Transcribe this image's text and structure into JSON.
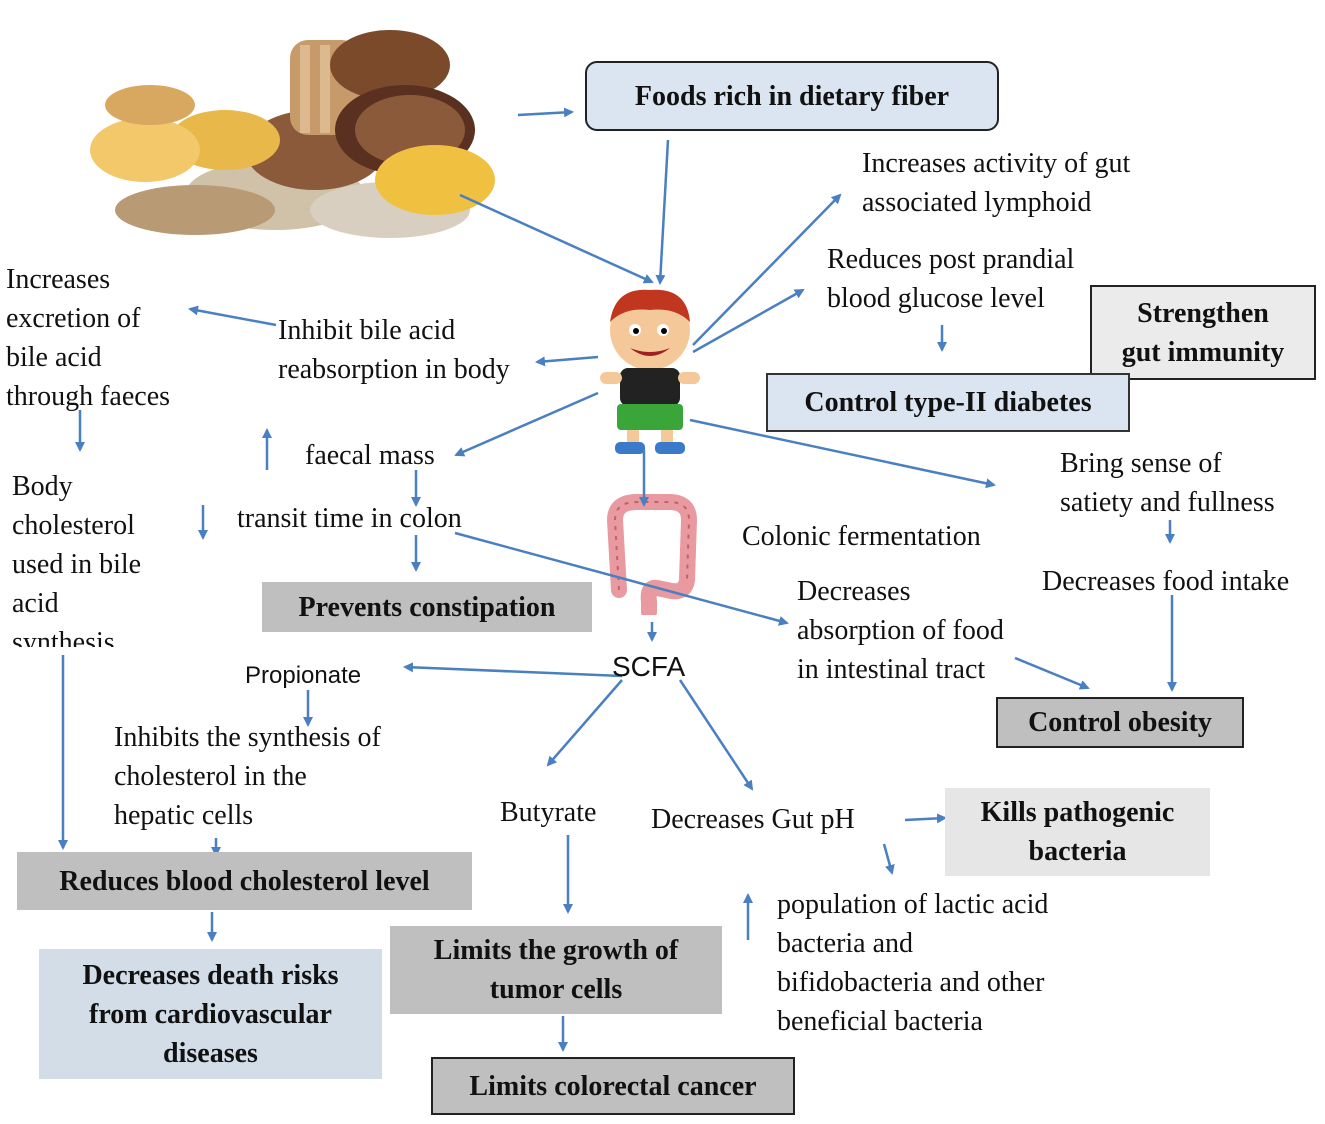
{
  "colors": {
    "arrow": "#4a7fc1",
    "blue_box": "#dbe5f1",
    "grey_box": "#bfbfbf",
    "light_grey_box": "#ebebeb"
  },
  "images": {
    "food_image": "fiber-rich-foods-illustration",
    "child_image": "cartoon-boy-illustration",
    "colon_image": "colon-illustration"
  },
  "boxes": {
    "foods_rich": "Foods rich in dietary fiber",
    "strengthen_gut": "Strengthen\ngut immunity",
    "control_diabetes": "Control type-II diabetes",
    "prevents_constipation": "Prevents constipation",
    "control_obesity": "Control obesity",
    "kills_pathogenic": "Kills pathogenic\nbacteria",
    "reduces_cholesterol": "Reduces blood cholesterol level",
    "decreases_death": "Decreases death risks\nfrom cardiovascular\ndiseases",
    "limits_tumor": "Limits the growth of\ntumor cells",
    "limits_colorectal": "Limits colorectal cancer"
  },
  "texts": {
    "increases_activity": "Increases activity of gut\nassociated lymphoid",
    "reduces_postprandial": "Reduces post prandial\nblood glucose level",
    "increases_excretion": "Increases\nexcretion of\nbile acid\nthrough faeces",
    "inhibit_bile": "Inhibit bile acid\nreabsorption in body",
    "faecal_mass": "faecal mass",
    "transit_time": "transit time in colon",
    "body_cholesterol": "Body\ncholesterol\nused in bile\nacid\nsynthesis",
    "bring_satiety": "Bring sense of\nsatiety and fullness",
    "colonic_fermentation": "Colonic fermentation",
    "decreases_food_intake": "Decreases food intake",
    "decreases_absorption": "Decreases\nabsorption of food\nin intestinal tract",
    "scfa": "SCFA",
    "propionate": "Propionate",
    "inhibits_synthesis": "Inhibits the synthesis of\ncholesterol in the\nhepatic cells",
    "butyrate": "Butyrate",
    "decreases_gut_ph": "Decreases Gut pH",
    "population_lactic": "population of lactic acid\nbacteria and\nbifidobacteria and other\nbeneficial bacteria"
  }
}
